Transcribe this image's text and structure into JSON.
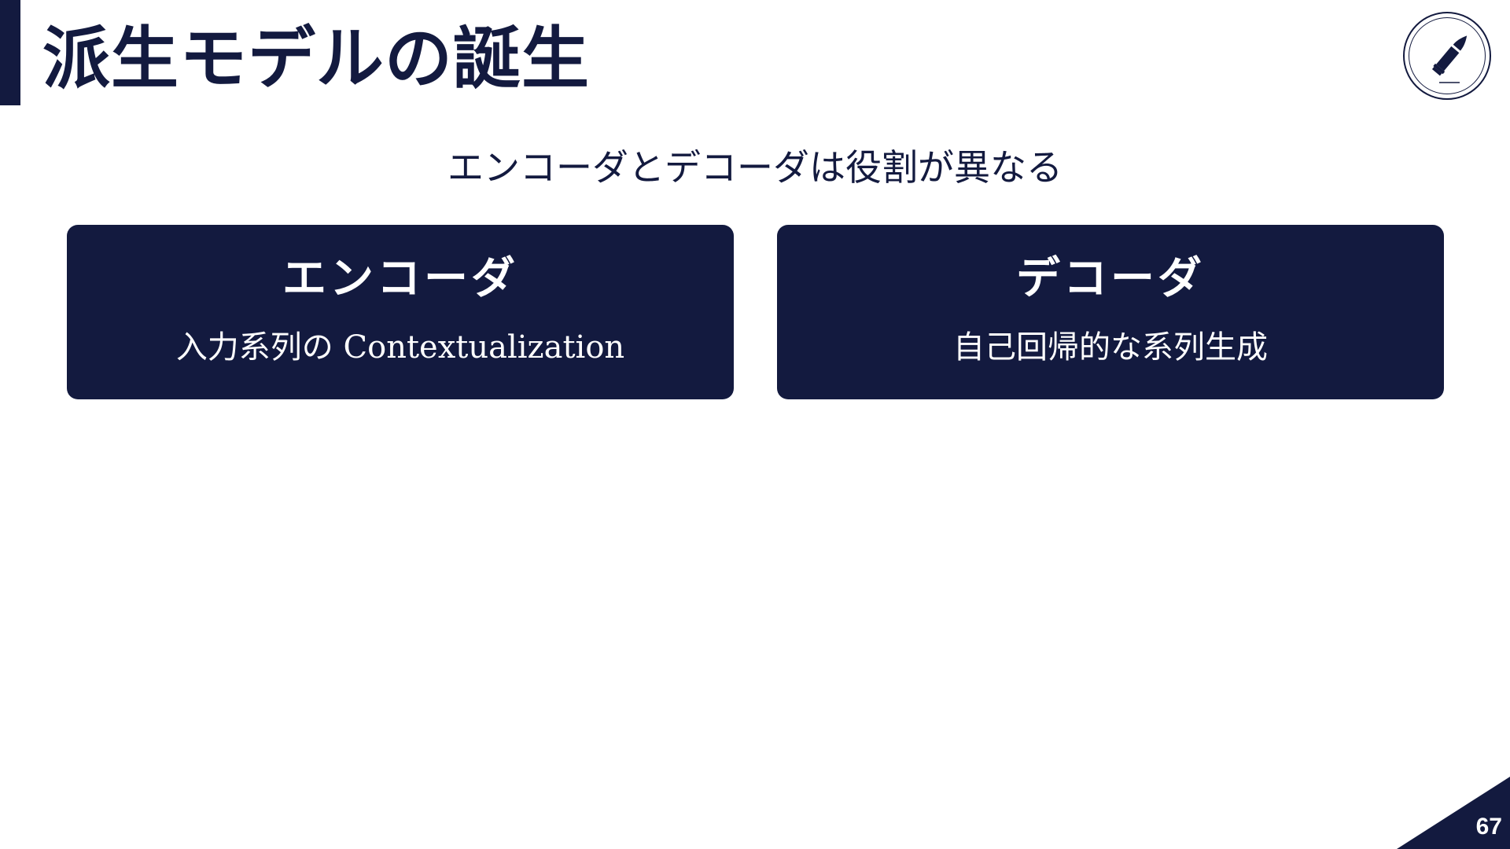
{
  "slide": {
    "title": "派生モデルの誕生",
    "subtitle": "エンコーダとデコーダは役割が異なる",
    "page_number": "67"
  },
  "cards": [
    {
      "title": "エンコーダ",
      "description": "入力系列の Contextualization"
    },
    {
      "title": "デコーダ",
      "description": "自己回帰的な系列生成"
    }
  ],
  "logo": {
    "icon": "bullet-icon"
  },
  "colors": {
    "navy": "#131a3f",
    "background": "#ffffff",
    "card_text": "#ffffff"
  }
}
